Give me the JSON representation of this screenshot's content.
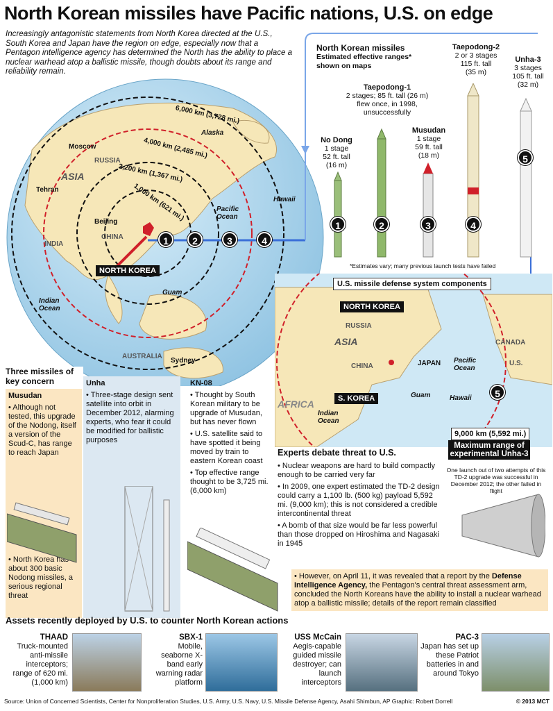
{
  "title": "North Korean missiles have Pacific nations, U.S. on edge",
  "intro": "Increasingly antagonistic statements from North Korea directed at the U.S., South Korea and Japan have the region on edge, especially now that a Pentagon intelligence agency has determined the North has the ability to place a nuclear warhead atop a ballistic missile, though doubts about its range and reliability remain.",
  "globe": {
    "places": [
      "Moscow",
      "Tehran",
      "RUSSIA",
      "ASIA",
      "INDIA",
      "CHINA",
      "Beijing",
      "Alaska",
      "Hawaii",
      "Pacific Ocean",
      "Guam",
      "Indian Ocean",
      "AUSTRALIA",
      "Sydney"
    ],
    "country_tag": "NORTH KOREA",
    "rings": [
      {
        "num": "1",
        "label": "1,000 km (621 mi.)"
      },
      {
        "num": "2",
        "label": "2,200 km (1,367 mi.)"
      },
      {
        "num": "3",
        "label": "4,000 km (2,485 mi.)"
      },
      {
        "num": "4",
        "label": "6,000 km (3,728 mi.)"
      }
    ]
  },
  "missiles_panel": {
    "heading": "North Korean missiles",
    "subheading": "Estimated effective ranges* shown on maps",
    "footnote": "*Estimates vary; many previous launch tests have failed",
    "missiles": [
      {
        "num": "1",
        "name": "No Dong",
        "desc": "1 stage\n52 ft. tall\n(16 m)"
      },
      {
        "num": "2",
        "name": "Taepodong-1",
        "desc": "2 stages; 85 ft. tall (26 m)\nflew once, in 1998,\nunsuccessfully"
      },
      {
        "num": "3",
        "name": "Musudan",
        "desc": "1 stage\n59 ft. tall\n(18 m)"
      },
      {
        "num": "4",
        "name": "Taepodong-2",
        "desc": "2 or 3 stages\n115 ft. tall\n(35 m)"
      },
      {
        "num": "5",
        "name": "Unha-3",
        "desc": "3 stages\n105 ft. tall\n(32 m)"
      }
    ]
  },
  "map2": {
    "legend": "U.S. missile defense system components",
    "places": [
      "RUSSIA",
      "ASIA",
      "CHINA",
      "JAPAN",
      "AFRICA",
      "Indian Ocean",
      "Guam",
      "Hawaii",
      "Pacific Ocean",
      "CANADA",
      "U.S."
    ],
    "tags": [
      "NORTH KOREA",
      "S. KOREA"
    ],
    "ring_num": "5",
    "range": "9,000 km (5,592 mi.)",
    "range_caption": "Maximum range of experimental Unha-3",
    "range_note": "One launch out of two attempts of this TD-2 upgrade was successful in December 2012; the other failed in flight"
  },
  "key_concern": {
    "heading": "Three missiles of key concern",
    "columns": [
      {
        "name": "Musudan",
        "bullets": [
          "• Although not tested, this upgrade of the Nodong, itself a version of the Scud-C, has range to reach Japan",
          "• North Korea has about 300 basic Nodong missiles, a serious regional threat"
        ]
      },
      {
        "name": "Unha",
        "bullets": [
          "• Three-stage design sent satellite into orbit in December 2012, alarming experts, who fear it could be modified for ballistic purposes"
        ]
      },
      {
        "name": "KN-08",
        "bullets": [
          "• Thought by South Korean military to be upgrade of Musudan, but has never flown",
          "• U.S. satellite said to have spotted it being moved by train to eastern Korean coast",
          "• Top effective range thought to be 3,725 mi. (6,000 km)"
        ]
      }
    ]
  },
  "experts": {
    "heading": "Experts debate threat to U.S.",
    "bullets": [
      "• Nuclear weapons are hard to build compactly enough to be carried very far",
      "• In 2009, one expert estimated the TD-2 design could carry a 1,100 lb. (500 kg) payload 5,592 mi. (9,000 km); this is not considered a credible intercontinental threat",
      "• A bomb of that size would be far less powerful than those dropped on Hiroshima and Nagasaki in 1945"
    ],
    "highlight_pre": "• However, on April 11, it was revealed that a report by the ",
    "highlight_bold": "Defense Intelligence Agency,",
    "highlight_post": " the Pentagon's central threat assessment arm, concluded the North Koreans have the ability to install a nuclear warhead atop a ballistic missile; details of the report remain classified"
  },
  "assets": {
    "heading": "Assets recently deployed by U.S. to counter North Korean actions",
    "items": [
      {
        "name": "THAAD",
        "desc": "Truck-mounted anti-missile interceptors; range of 620 mi. (1,000 km)"
      },
      {
        "name": "SBX-1",
        "desc": "Mobile, seaborne X-band early warning radar platform"
      },
      {
        "name": "USS McCain",
        "desc": "Aegis-capable guided missile destroyer; can launch interceptors"
      },
      {
        "name": "PAC-3",
        "desc": "Japan has set up these Patriot batteries in and around Tokyo"
      }
    ]
  },
  "footer": {
    "source": "Source: Union of Concerned Scientists, Center for Nonproliferation Studies, U.S. Army, U.S. Navy, U.S. Missile Defense Agency, Asahi Shimbun, AP   Graphic: Robert Dorrell",
    "copyright": "© 2013 MCT"
  }
}
